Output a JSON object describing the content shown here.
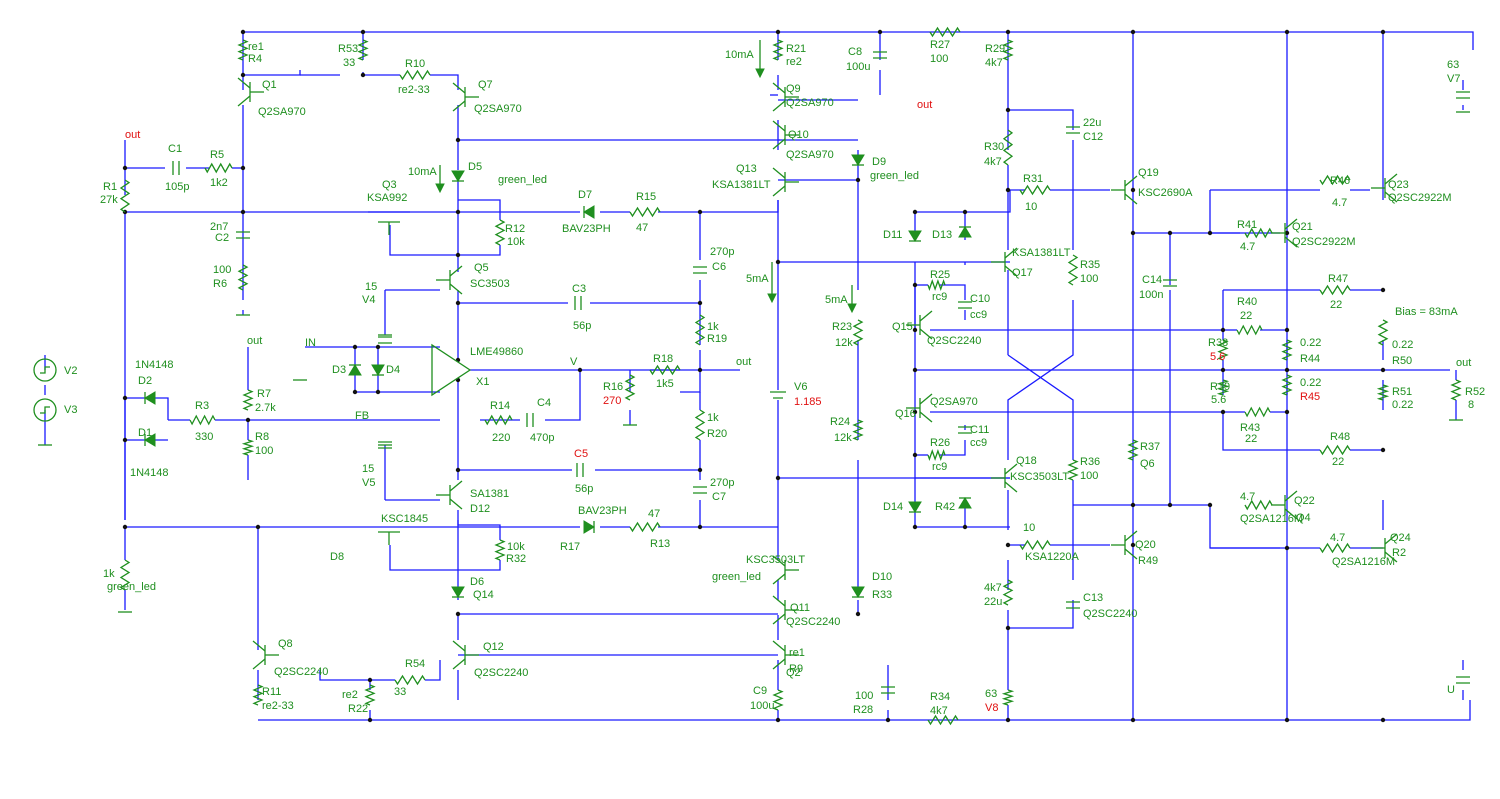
{
  "labels": [
    "re1",
    "R4",
    "R53",
    "33",
    "R10",
    "re2-33",
    "Q1",
    "Q2SA970",
    "Q7",
    "Q2SA970",
    "10mA",
    "R21",
    "re2",
    "Q9",
    "Q2SA970",
    "C8",
    "100u",
    "R27",
    "100",
    "R29",
    "4k7",
    "63",
    "V7",
    "out",
    "out",
    "C1",
    "105p",
    "R5",
    "1k2",
    "R1",
    "27k",
    "Q10",
    "Q2SA970",
    "Q13",
    "KSA1381LT",
    "D9",
    "green_led",
    "10mA",
    "D5",
    "green_led",
    "Q3",
    "KSA992",
    "D7",
    "BAV23PH",
    "R15",
    "47",
    "R30",
    "4k7",
    "R31",
    "10",
    "22u",
    "C12",
    "Q19",
    "KSC2690A",
    "Q23",
    "Q2SC2922M",
    "R46",
    "4.7",
    "2n7",
    "C2",
    "R12",
    "10k",
    "D11",
    "D13",
    "R41",
    "4.7",
    "Q21",
    "Q2SC2922M",
    "270p",
    "C6",
    "R25",
    "rc9",
    "C10",
    "cc9",
    "KSA1381LT",
    "Q17",
    "R35",
    "100",
    "C14",
    "100n",
    "5mA",
    "100",
    "R6",
    "15",
    "V4",
    "Q5",
    "SC3503",
    "C3",
    "56p",
    "1k",
    "R19",
    "5mA",
    "R23",
    "12k",
    "R47",
    "22",
    "R40",
    "22",
    "Bias = 83mA",
    "Q15",
    "Q2SC2240",
    "R38",
    "5.6",
    "0.22",
    "R44",
    "0.22",
    "R50",
    "out",
    "V2",
    "V3",
    "IN",
    "out",
    "LME49860",
    "X1",
    "D3",
    "D4",
    "V",
    "R18",
    "1k5",
    "R16",
    "270",
    "out",
    "V6",
    "1.185",
    "R39",
    "5.6",
    "0.22",
    "R45",
    "R51",
    "0.22",
    "R52",
    "8",
    "1N4148",
    "D2",
    "R7",
    "2.7k",
    "Q16",
    "Q2SA970",
    "C11",
    "cc9",
    "R43",
    "22",
    "D1",
    "1N4148",
    "R3",
    "330",
    "FB",
    "R8",
    "100",
    "R14",
    "220",
    "C4",
    "470p",
    "1k",
    "R20",
    "R24",
    "12k",
    "R26",
    "rc9",
    "R48",
    "22",
    "15",
    "V5",
    "C5",
    "56p",
    "270p",
    "C7",
    "Q18",
    "KSC3503LT",
    "R36",
    "100",
    "R37",
    "Q6",
    "SA1381",
    "D12",
    "D14",
    "R42",
    "4.7",
    "Q2SA1216M",
    "Q22",
    "Q4",
    "KSC1845",
    "D8",
    "BAV23PH",
    "R17",
    "47",
    "R13",
    "10k",
    "R32",
    "10",
    "KSA1220A",
    "Q20",
    "R49",
    "4.7",
    "Q2SA1216M",
    "Q24",
    "R2",
    "1k",
    "green_led",
    "D6",
    "Q14",
    "KSC3503LT",
    "green_led",
    "D10",
    "R33",
    "4k7",
    "22u",
    "C13",
    "Q2SC2240",
    "Q11",
    "Q2SC2240",
    "Q2",
    "Q8",
    "Q2SC2240",
    "Q12",
    "Q2SC2240",
    "re1",
    "R9",
    "R11",
    "re2-33",
    "R54",
    "33",
    "re2",
    "R22",
    "C9",
    "100u",
    "100",
    "R28",
    "R34",
    "4k7",
    "63",
    "V8",
    "U"
  ]
}
